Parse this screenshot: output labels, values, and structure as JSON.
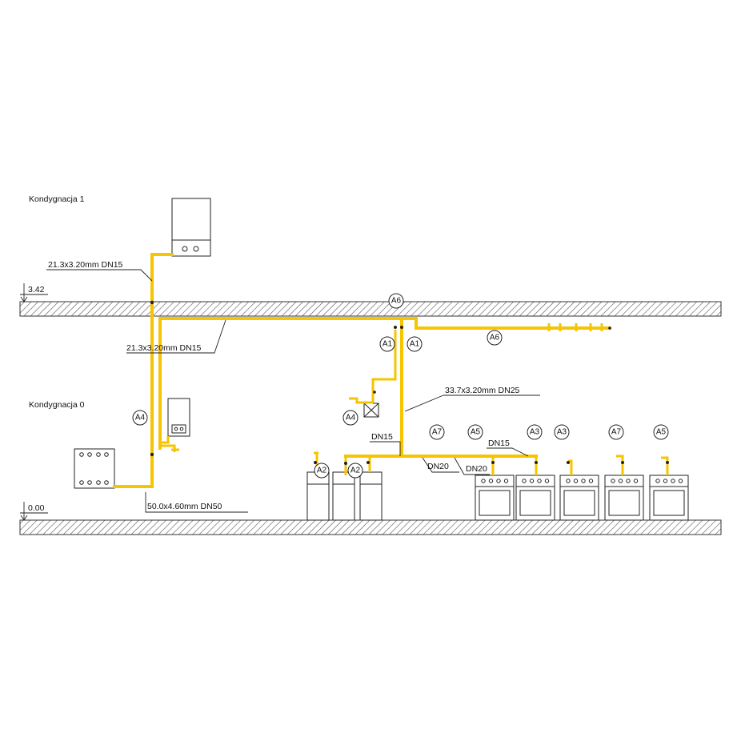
{
  "levels": {
    "floor1": {
      "name": "Kondygnacja 1",
      "elevation": "3.42"
    },
    "floor0": {
      "name": "Kondygnacja 0",
      "elevation": "0.00"
    }
  },
  "pipes": {
    "riser_top": "21.3x3.20mm DN15",
    "ceiling_run": "21.3x3.20mm DN15",
    "main_riser": "33.7x3.20mm DN25",
    "entry": "50.0x4.60mm DN50",
    "branch_dn15_a": "DN15",
    "branch_dn20_a": "DN20",
    "branch_dn20_b": "DN20",
    "branch_dn15_b": "DN15"
  },
  "tags": {
    "a6_ceiling": "A6",
    "a1_left": "A1",
    "a1_right": "A1",
    "a6_right": "A6",
    "a4_wall": "A4",
    "a4_riser": "A4",
    "a2_left": "A2",
    "a2_mid": "A2",
    "a7_first": "A7",
    "a5_first": "A5",
    "a3_first": "A3",
    "a3_second": "A3",
    "a7_second": "A7",
    "a5_second": "A5"
  },
  "colors": {
    "gas_pipe": "#f6c400",
    "line": "#222222",
    "hatch": "#555555"
  }
}
